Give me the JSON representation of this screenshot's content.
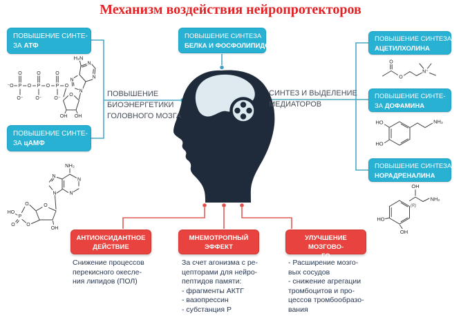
{
  "title": "Механизм воздействия нейропротекторов",
  "colors": {
    "title_red": "#e32226",
    "cyan_box": "#29b1d3",
    "red_box": "#e8433e",
    "head_navy": "#1f2a3a",
    "cyan_line": "#4aa7c6",
    "red_line": "#e15b55"
  },
  "boxes": {
    "atf": {
      "line1": "ПОВЫШЕНИЕ СИНТЕ-",
      "line2_normal": "ЗА ",
      "line2_bold": "АТФ"
    },
    "camp": {
      "line1": "ПОВЫШЕНИЕ СИНТЕ-",
      "line2_normal": "ЗА ",
      "line2_bold": "цАМФ"
    },
    "protein": {
      "line1": "ПОВЫШЕНИЕ СИНТЕЗА",
      "line2_normal": "",
      "line2_bold": "БЕЛКА И ФОСФОЛИПИДОВ"
    },
    "acetylcholine": {
      "line1": "ПОВЫШЕНИЕ СИНТЕЗА",
      "line2_normal": "",
      "line2_bold": "АЦЕТИЛХОЛИНА"
    },
    "dopamine": {
      "line1": "ПОВЫШЕНИЕ СИНТЕ-",
      "line2_normal": "ЗА ",
      "line2_bold": "ДОФАМИНА"
    },
    "noradrenaline": {
      "line1": "ПОВЫШЕНИЕ СИНТЕЗА",
      "line2_normal": "",
      "line2_bold": "НОРАДРЕНАЛИНА"
    }
  },
  "labels": {
    "bioenergetics": [
      "ПОВЫШЕНИЕ",
      "БИОЭНЕРГЕТИКИ",
      "ГОЛОВНОГО МОЗГА"
    ],
    "mediators": [
      "СИНТЕЗ И ВЫДЕЛЕНИЕ",
      "МЕДИАТОРОВ"
    ]
  },
  "effects": [
    {
      "title1": "АНТИОКСИДАНТНОЕ",
      "title2": "ДЕЙСТВИЕ",
      "body": [
        "Снижение процессов",
        "перекисного окесле-",
        "ния липидов (ПОЛ)"
      ]
    },
    {
      "title1": "МНЕМОТРОПНЫЙ",
      "title2": "ЭФФЕКТ",
      "body": [
        "За счет агонизма с ре-",
        "цепторами для нейро-",
        "пептидов памяти:",
        "- фрагменты АКТГ",
        "- вазопрессин",
        "- субстанция Р"
      ]
    },
    {
      "title1": "УЛУЧШЕНИЕ МОЗГОВО-",
      "title2": "ГО КРОВООБРАЩЕНИЯ",
      "body": [
        "- Расширение мозго-",
        "вых сосудов",
        "- снижение агрегации",
        "тромбоцитов и про-",
        "цессов тромбообразо-",
        "вания"
      ]
    }
  ],
  "atoms": {
    "h2n": "H₂N",
    "nh2": "NH₂",
    "ho": "HO",
    "oh": "OH",
    "o": "O",
    "o_minus": "O⁻",
    "minus_o": "⁻O",
    "n": "N",
    "n_plus": "N⁺",
    "p": "P",
    "r": "(R)"
  }
}
